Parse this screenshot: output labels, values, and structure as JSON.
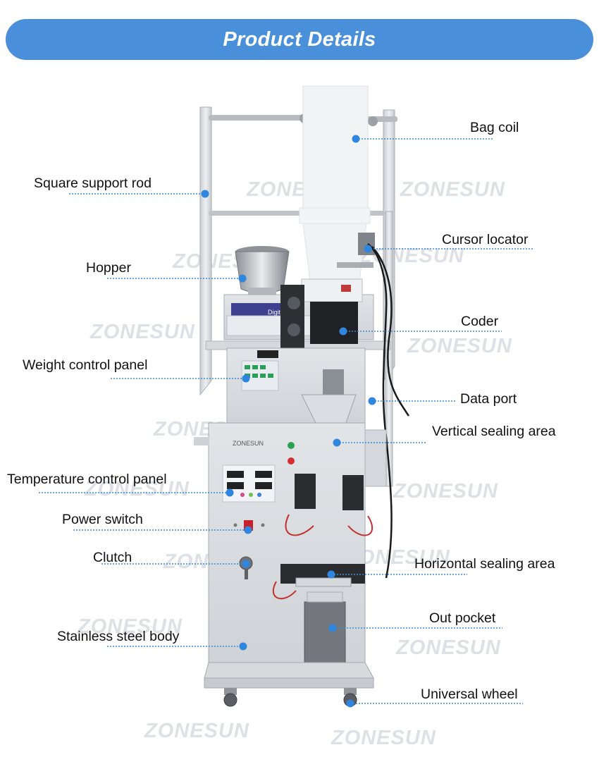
{
  "banner": {
    "title": "Product Details"
  },
  "watermark": "ZONESUN",
  "machine": {
    "brand_text": "ZONESUN",
    "coder_text": "Digital Contr"
  },
  "colors": {
    "banner": "#4a8fd9",
    "callout": "#2e86de",
    "leader": "#3a8ad6"
  },
  "labels": {
    "bag_coil": "Bag coil",
    "square_support_rod": "Square support rod",
    "cursor_locator": "Cursor locator",
    "hopper": "Hopper",
    "coder": "Coder",
    "weight_control_panel": "Weight control panel",
    "data_port": "Data port",
    "vertical_sealing_area": "Vertical sealing area",
    "temperature_control_panel": "Temperature control panel",
    "power_switch": "Power switch",
    "clutch": "Clutch",
    "horizontal_sealing_area": "Horizontal sealing area",
    "out_pocket": "Out pocket",
    "stainless_steel_body": "Stainless steel body",
    "universal_wheel": "Universal wheel"
  }
}
